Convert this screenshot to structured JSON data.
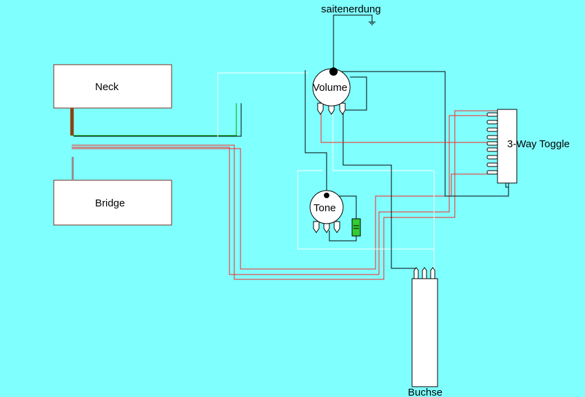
{
  "labels": {
    "neck": "Neck",
    "bridge": "Bridge",
    "volume": "Volume",
    "tone": "Tone",
    "toggle": "3-Way Toggle",
    "ground": "saitenerdung",
    "jack": "Buchse"
  },
  "colors": {
    "background": "#80ffff",
    "wire_black": "#000000",
    "wire_red": "#ff2020",
    "wire_white": "#ffffff",
    "wire_green": "#00a000",
    "wire_brown": "#8b4513",
    "capacitor": "#33cc33"
  }
}
